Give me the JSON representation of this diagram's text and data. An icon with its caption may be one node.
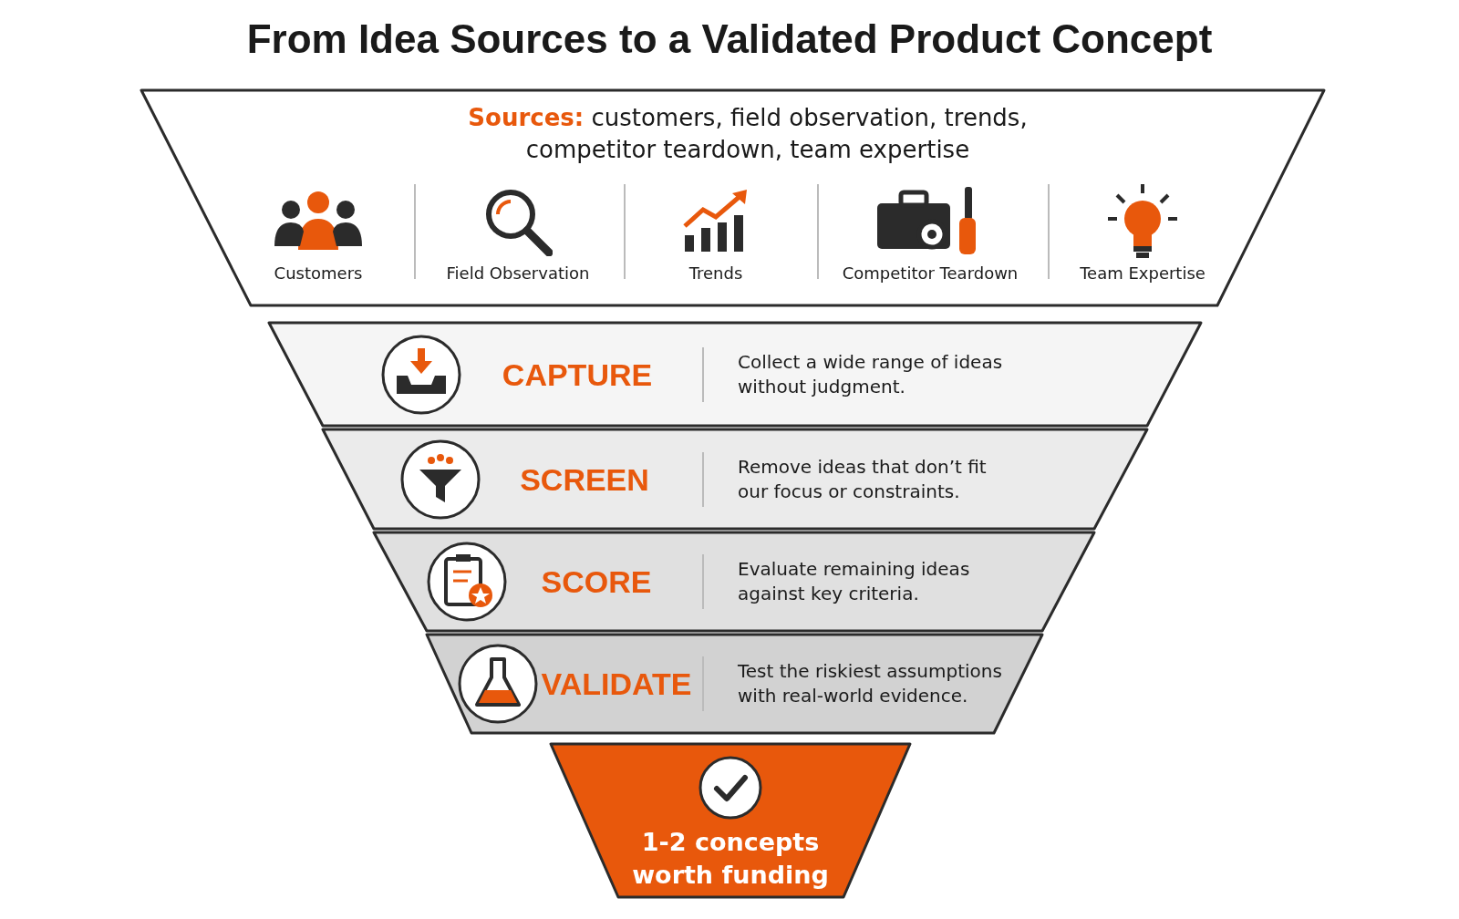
{
  "diagram": {
    "title": "From Idea Sources to a Validated Product Concept",
    "nodes": [
      {
        "text": [
          "**Sources:** customers, field observation, trends, competitor teardown, team expertise"
        ]
      },
      {
        "text": [
          "CAPTURE",
          "Collect a wide range of ideas without judgment."
        ]
      },
      {
        "text": [
          "SCREEN",
          "Remove ideas that don’t fit our focus or constraints."
        ]
      },
      {
        "text": [
          "SCORE",
          "Evaluate remaining ideas against key criteria."
        ]
      },
      {
        "text": [
          "VALIDATE",
          "Test the riskiest assumptions with real-world evidence."
        ]
      },
      {
        "text": [
          "1-2 concepts worth funding"
        ]
      }
    ],
    "labels": [
      "Customers",
      "Field Observation",
      "Trends",
      "Competitor Teardown",
      "Team Expertise"
    ]
  }
}
